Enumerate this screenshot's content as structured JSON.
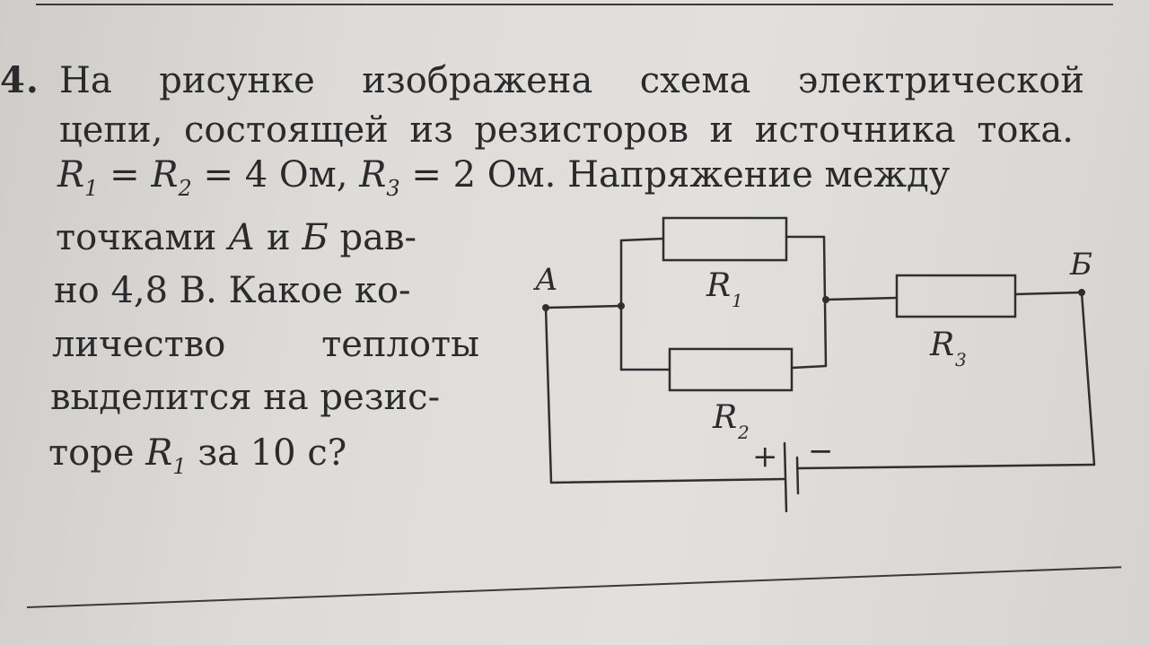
{
  "problem": {
    "number": "4.",
    "line1": "На рисунке изображена схема электрической",
    "line2": "цепи, состоящей из резисторов и источника тока.",
    "line3_parts": {
      "r1": "R",
      "r1_sub": "1",
      "eq1": "=",
      "r2": "R",
      "r2_sub": "2",
      "eq2": "= 4 Ом,",
      "r3": "R",
      "r3_sub": "3",
      "eq3": "= 2 Ом. Напряжение между"
    },
    "line4_text": "точками",
    "line4_a": "А",
    "line4_and": "и",
    "line4_b": "Б",
    "line4_end": "рав-",
    "line5": "но 4,8 В. Какое ко-",
    "line6": "личество теплоты",
    "line7": "выделится на резис-",
    "line8_start": "торе",
    "line8_r": "R",
    "line8_sub": "1",
    "line8_end": "за 10 с?"
  },
  "circuit": {
    "point_a_label": "А",
    "point_b_label": "Б",
    "r1_label": "R",
    "r1_sub": "1",
    "r2_label": "R",
    "r2_sub": "2",
    "r3_label": "R",
    "r3_sub": "3",
    "battery_plus": "+",
    "battery_minus": "−"
  }
}
